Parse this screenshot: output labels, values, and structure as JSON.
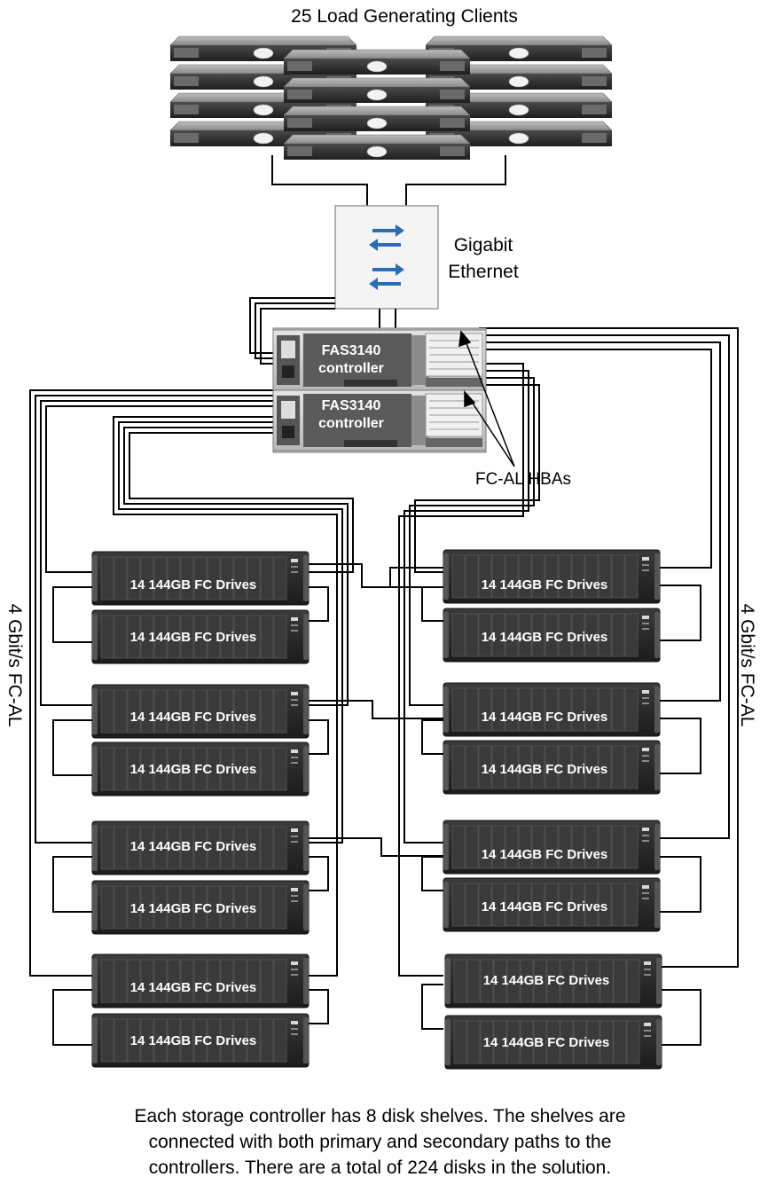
{
  "clients": {
    "label": "25 Load Generating Clients"
  },
  "switch": {
    "label_line1": "Gigabit",
    "label_line2": "Ethernet"
  },
  "controllers": [
    {
      "label_line1": "FAS3140",
      "label_line2": "controller"
    },
    {
      "label_line1": "FAS3140",
      "label_line2": "controller"
    }
  ],
  "hba_label": "FC-AL HBAs",
  "loop_label_left": "4 Gbit/s FC-AL",
  "loop_label_right": "4 Gbit/s FC-AL",
  "shelf_label": "14 144GB FC Drives",
  "shelf_count": 16,
  "caption": {
    "line1": "Each storage controller has 8 disk shelves. The shelves are",
    "line2": "connected with both primary and secondary paths to the",
    "line3": "controllers. There are a total of 224 disks in the solution."
  },
  "colors": {
    "arrow": "#2a6db5",
    "shelf_body": "#2b2b2b",
    "server_body": "#3a3a3a",
    "cable": "#000000"
  },
  "icons": [
    "switch-arrows-icon",
    "server-icon",
    "disk-shelf-icon",
    "controller-icon"
  ]
}
